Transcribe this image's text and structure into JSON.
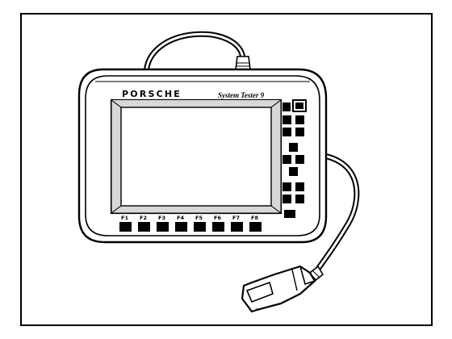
{
  "device": {
    "brand": "PORSCHE",
    "model": "System Tester 9"
  },
  "function_keys": [
    "F1",
    "F2",
    "F3",
    "F4",
    "F5",
    "F6",
    "F7",
    "F8"
  ],
  "colors": {
    "ink": "#000000",
    "paper": "#ffffff",
    "screen_frame": "#d8d8d8",
    "key_fill": "#000000"
  },
  "icons": {
    "diagnostic_connector": "obd-plug-icon",
    "cable": "cable-icon"
  }
}
